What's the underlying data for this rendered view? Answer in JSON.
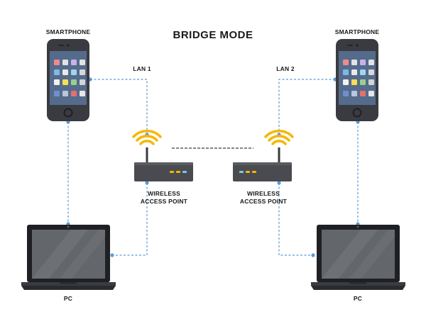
{
  "title": "BRIDGE MODE",
  "nodes": {
    "smartphone_left": "SMARTPHONE",
    "smartphone_right": "SMARTPHONE",
    "pc_left": "PC",
    "pc_right": "PC",
    "ap_left": {
      "line1": "WIRELESS",
      "line2": "ACCESS POINT"
    },
    "ap_right": {
      "line1": "WIRELESS",
      "line2": "ACCESS POINT"
    }
  },
  "links": {
    "lan_left": "LAN 1",
    "lan_right": "LAN 2"
  },
  "colors": {
    "device_body": "#3a3b40",
    "screen": "#556b8c",
    "link_line": "#5b9bd5",
    "wifi": "#f5b700",
    "router_body": "#4a4b50",
    "router_light": "#f5b700"
  }
}
